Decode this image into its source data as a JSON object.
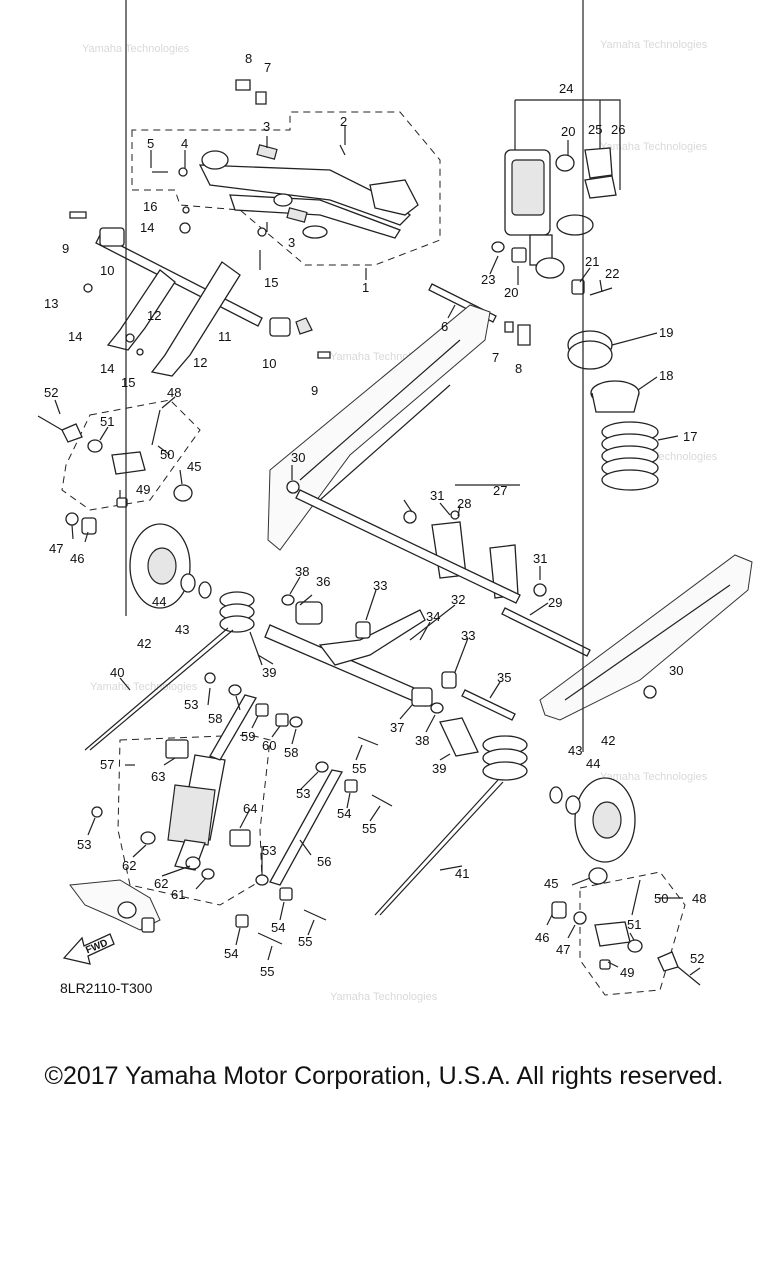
{
  "diagram": {
    "drawing_code": "8LR2110-T300",
    "fwd_label": "FWD",
    "watermark": "Yamaha Technologies",
    "callouts": {
      "c1": "1",
      "c2": "2",
      "c3a": "3",
      "c3b": "3",
      "c4": "4",
      "c5": "5",
      "c6": "6",
      "c7a": "7",
      "c7b": "7",
      "c8a": "8",
      "c8b": "8",
      "c9a": "9",
      "c9b": "9",
      "c10a": "10",
      "c10b": "10",
      "c11": "11",
      "c12a": "12",
      "c12b": "12",
      "c13": "13",
      "c14a": "14",
      "c14b": "14",
      "c14c": "14",
      "c15a": "15",
      "c15b": "15",
      "c16": "16",
      "c17": "17",
      "c18": "18",
      "c19": "19",
      "c20a": "20",
      "c20b": "20",
      "c21": "21",
      "c22": "22",
      "c23": "23",
      "c24": "24",
      "c25": "25",
      "c26": "26",
      "c27": "27",
      "c28": "28",
      "c29": "29",
      "c30a": "30",
      "c30b": "30",
      "c31a": "31",
      "c31b": "31",
      "c32": "32",
      "c33a": "33",
      "c33b": "33",
      "c34": "34",
      "c35": "35",
      "c36": "36",
      "c37": "37",
      "c38a": "38",
      "c38b": "38",
      "c39a": "39",
      "c39b": "39",
      "c40": "40",
      "c41": "41",
      "c42a": "42",
      "c42b": "42",
      "c43a": "43",
      "c43b": "43",
      "c44a": "44",
      "c44b": "44",
      "c45a": "45",
      "c45b": "45",
      "c46a": "46",
      "c46b": "46",
      "c47a": "47",
      "c47b": "47",
      "c48a": "48",
      "c48b": "48",
      "c49a": "49",
      "c49b": "49",
      "c50a": "50",
      "c50b": "50",
      "c51a": "51",
      "c51b": "51",
      "c52a": "52",
      "c52b": "52",
      "c53a": "53",
      "c53b": "53",
      "c53c": "53",
      "c53d": "53",
      "c54a": "54",
      "c54b": "54",
      "c54c": "54",
      "c55a": "55",
      "c55b": "55",
      "c55c": "55",
      "c55d": "55",
      "c56": "56",
      "c57": "57",
      "c58a": "58",
      "c58b": "58",
      "c59": "59",
      "c60": "60",
      "c61": "61",
      "c62a": "62",
      "c62b": "62",
      "c63": "63",
      "c64": "64"
    }
  },
  "footer": {
    "copyright": "©2017 Yamaha Motor Corporation, U.S.A. All rights reserved."
  }
}
